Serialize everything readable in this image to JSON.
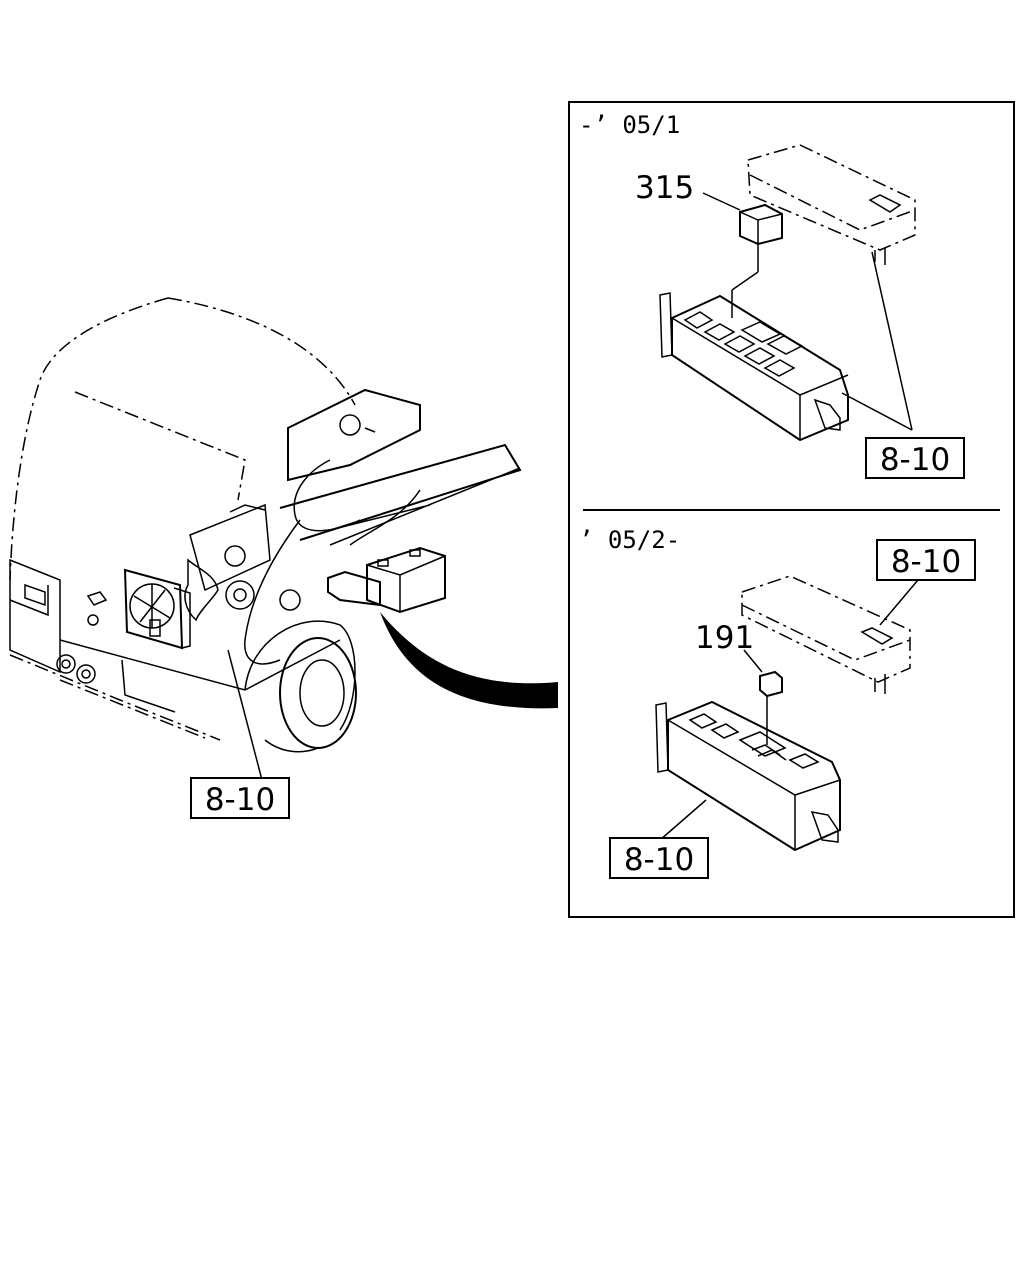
{
  "callouts": {
    "main_ref": "8-10",
    "top_relay_ref": "315",
    "top_box_ref": "8-10",
    "bottom_cover_ref": "8-10",
    "bottom_relay_ref": "191",
    "bottom_box_ref": "8-10"
  },
  "panels": {
    "top_period": "-’ 05/1",
    "bottom_period": "’ 05/2-"
  }
}
